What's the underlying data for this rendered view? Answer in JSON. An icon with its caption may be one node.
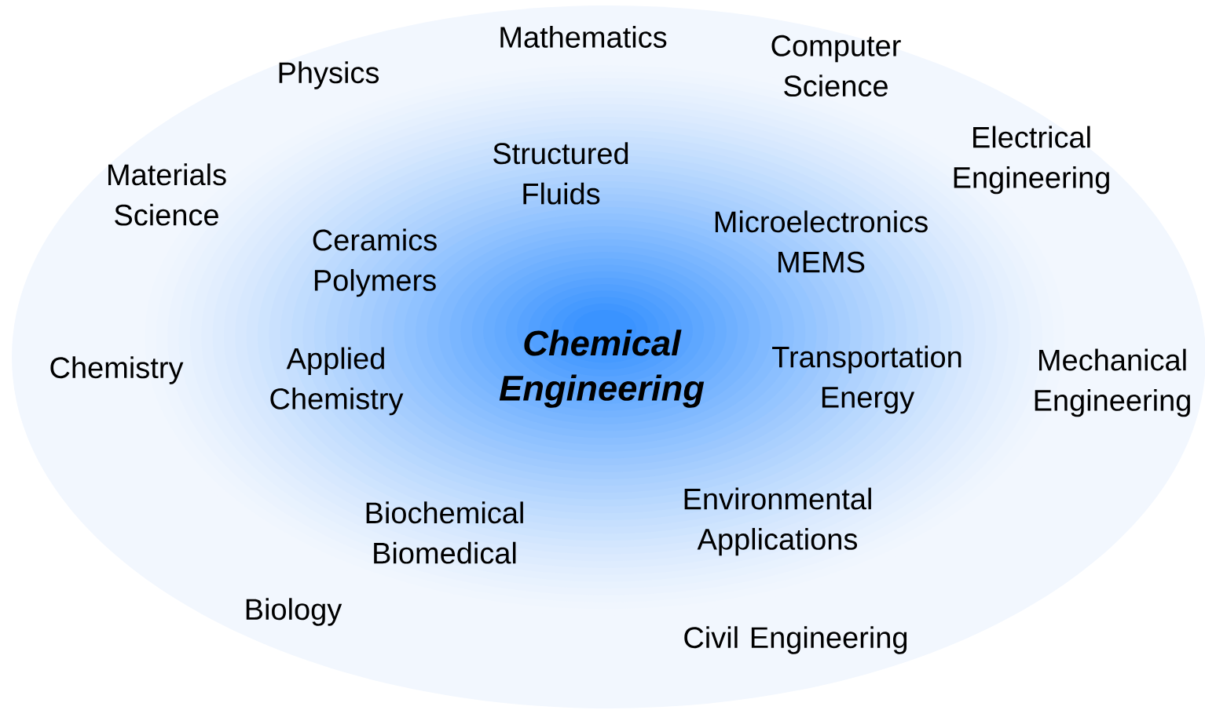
{
  "diagram": {
    "nodes": [
      {
        "text": [
          "Chemical Engineering"
        ]
      }
    ],
    "labels": [
      "Mathematics",
      "Physics",
      "Computer Science",
      "Structured Fluids",
      "Electrical Engineering",
      "Materials Science",
      "Ceramics Polymers",
      "Microelectronics MEMS",
      "Chemistry",
      "Applied Chemistry",
      "Transportation Energy",
      "Mechanical Engineering",
      "Biochemical Biomedical",
      "Environmental Applications",
      "Biology",
      "Civil Engineering"
    ]
  }
}
